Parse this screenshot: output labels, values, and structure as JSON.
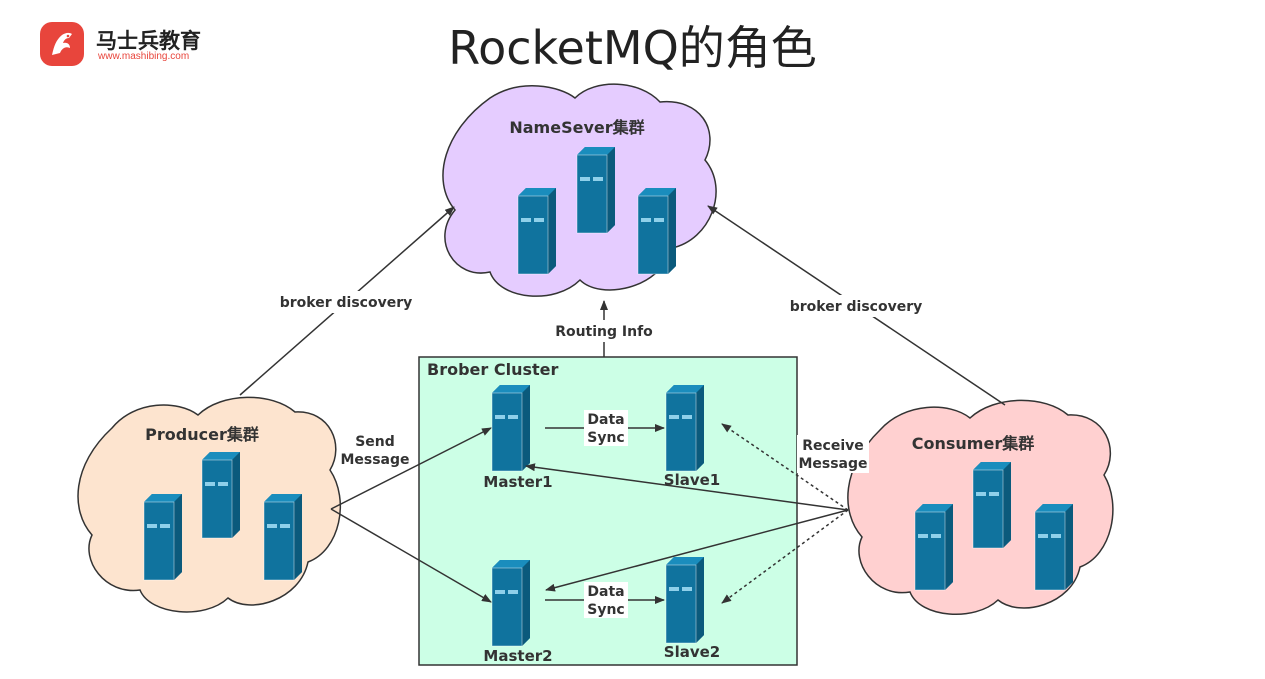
{
  "header": {
    "logo_name": "马士兵教育",
    "logo_url": "www.mashibing.com",
    "title": "RocketMQ的角色"
  },
  "clouds": {
    "nameserver": "NameSever集群",
    "producer": "Producer集群",
    "consumer": "Consumer集群"
  },
  "cluster": {
    "title": "Brober Cluster"
  },
  "nodes": {
    "master1": "Master1",
    "slave1": "Slave1",
    "master2": "Master2",
    "slave2": "Slave2"
  },
  "edges": {
    "broker_discovery_left": "broker discovery",
    "broker_discovery_right": "broker discovery",
    "routing_info": "Routing Info",
    "send_message_line1": "Send",
    "send_message_line2": "Message",
    "receive_message_line1": "Receive",
    "receive_message_line2": "Message",
    "data_sync_1_line1": "Data",
    "data_sync_1_line2": "Sync",
    "data_sync_2_line1": "Data",
    "data_sync_2_line2": "Sync"
  },
  "colors": {
    "nameserver_cloud": "#e5ccff",
    "producer_cloud": "#fde4cf",
    "consumer_cloud": "#ffd0d0",
    "cluster_box": "#ccffe6",
    "server": "#10739e"
  }
}
